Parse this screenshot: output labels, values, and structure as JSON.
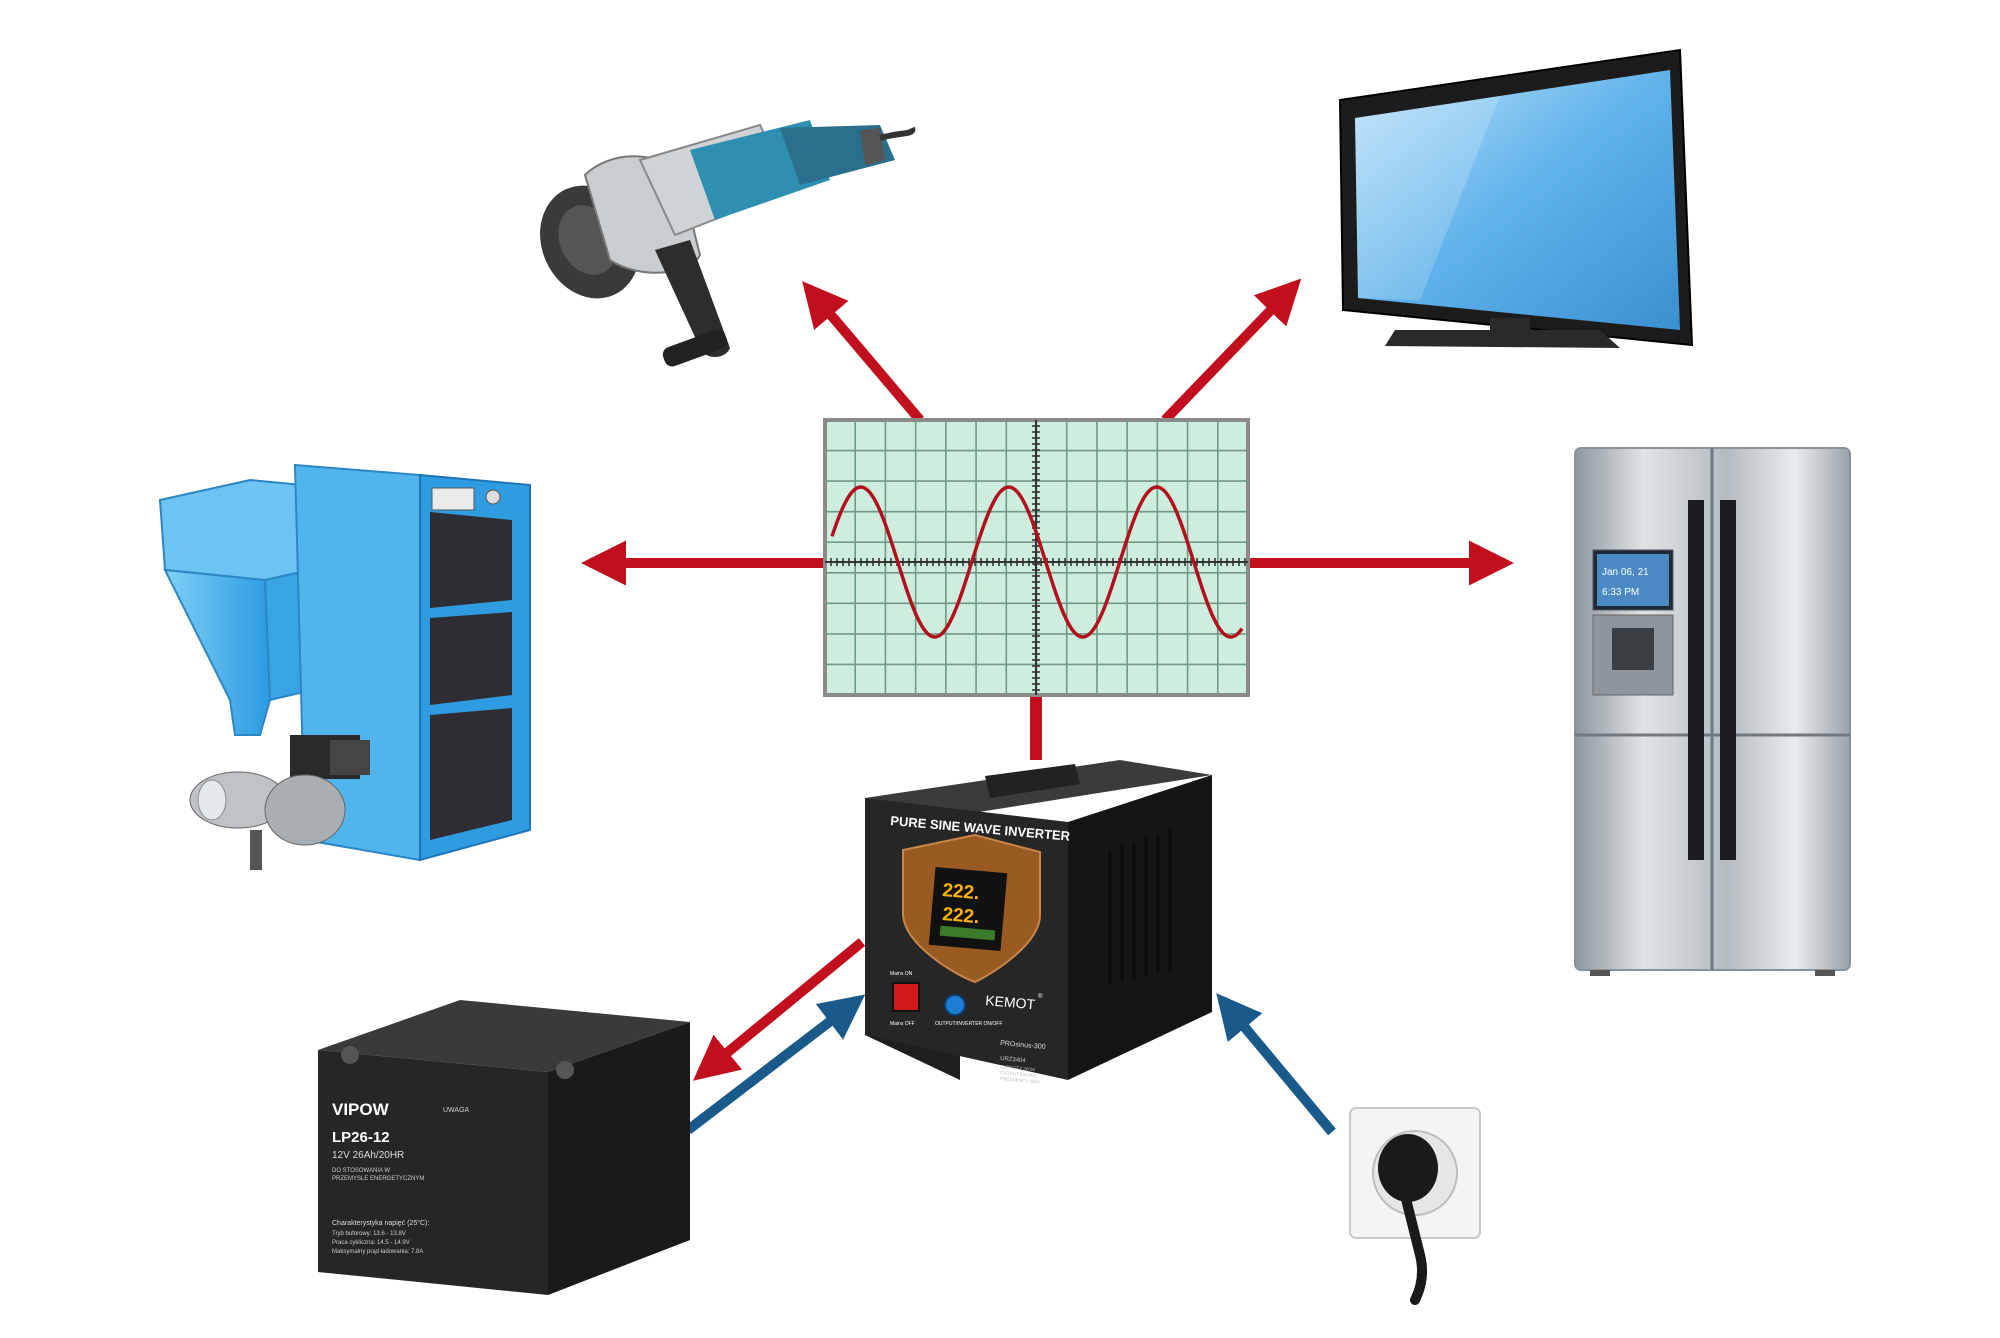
{
  "colors": {
    "output_arrow": "#c20f1e",
    "input_arrow": "#1a5a8a",
    "scope_bg": "#cdeedd",
    "scope_grid": "#6f9a84",
    "sine_wave": "#b3101f",
    "appliance_blue": "#3aa9e6",
    "inverter_body": "#2a2a2a",
    "shield": "#9a5b22",
    "display_digits": "#ffb400"
  },
  "inverter": {
    "panel_title": "PURE SINE WAVE INVERTER",
    "display_top": "222.",
    "display_bottom": "222.",
    "brand": "KEMOT",
    "registered_mark": "®",
    "model": "PROsinus-300",
    "code": "URZ3404",
    "spec_lines": [
      "CAPACITY 300W",
      "OUTPUT 230VAC",
      "FREQUENCY 50Hz"
    ],
    "switch_on_label": "Mains ON",
    "switch_off_label": "Mains OFF",
    "button_label": "OUTPUT/INVERTER ON/OFF"
  },
  "battery": {
    "brand": "VIPOW",
    "model": "LP26-12",
    "spec": "12V 26Ah/20HR",
    "notes": [
      "DO STOSOWANIA W",
      "PRZEMYSLE ENERGETYCZNYM"
    ],
    "side_title": "UWAGA",
    "char_title": "Charakterystyka napięć (25°C):",
    "char_lines": [
      "Tryb buforowy: 13.6 - 13.8V",
      "Praca cykliczna: 14.5 - 14.9V",
      "Maksymalny prąd ładowania: 7.8A"
    ]
  },
  "fridge": {
    "screen_top": "Jan 06, 21",
    "screen_bottom": "6:33 PM"
  },
  "icons": [
    "angle-grinder-icon",
    "tv-icon",
    "pellet-boiler-icon",
    "fridge-icon",
    "battery-icon",
    "wall-socket-icon",
    "oscilloscope-icon",
    "inverter-icon"
  ]
}
